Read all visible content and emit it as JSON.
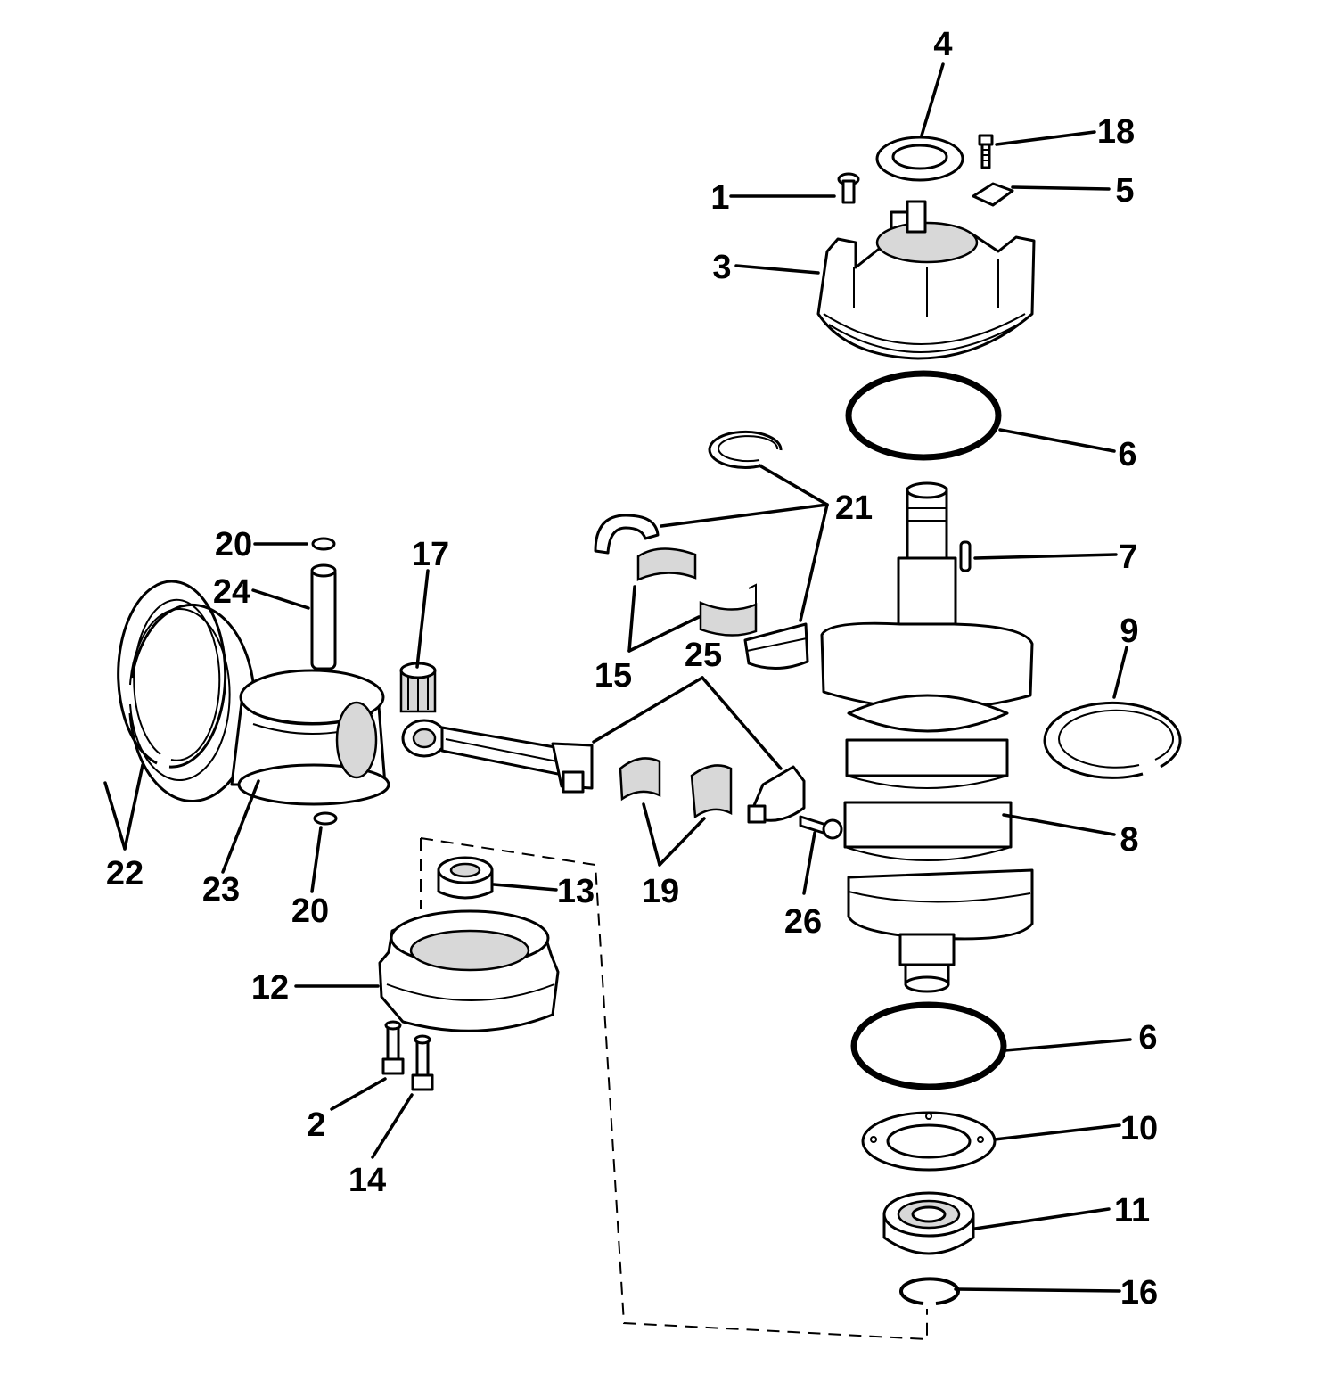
{
  "diagram": {
    "callouts": [
      {
        "id": "c1",
        "text": "1"
      },
      {
        "id": "c2",
        "text": "2"
      },
      {
        "id": "c3",
        "text": "3"
      },
      {
        "id": "c4",
        "text": "4"
      },
      {
        "id": "c5",
        "text": "5"
      },
      {
        "id": "c6a",
        "text": "6"
      },
      {
        "id": "c6b",
        "text": "6"
      },
      {
        "id": "c7",
        "text": "7"
      },
      {
        "id": "c8",
        "text": "8"
      },
      {
        "id": "c9",
        "text": "9"
      },
      {
        "id": "c10",
        "text": "10"
      },
      {
        "id": "c11",
        "text": "11"
      },
      {
        "id": "c12",
        "text": "12"
      },
      {
        "id": "c13",
        "text": "13"
      },
      {
        "id": "c14",
        "text": "14"
      },
      {
        "id": "c15",
        "text": "15"
      },
      {
        "id": "c16",
        "text": "16"
      },
      {
        "id": "c17",
        "text": "17"
      },
      {
        "id": "c18",
        "text": "18"
      },
      {
        "id": "c19",
        "text": "19"
      },
      {
        "id": "c20a",
        "text": "20"
      },
      {
        "id": "c20b",
        "text": "20"
      },
      {
        "id": "c21",
        "text": "21"
      },
      {
        "id": "c22",
        "text": "22"
      },
      {
        "id": "c23",
        "text": "23"
      },
      {
        "id": "c24",
        "text": "24"
      },
      {
        "id": "c25",
        "text": "25"
      },
      {
        "id": "c26",
        "text": "26"
      }
    ]
  }
}
